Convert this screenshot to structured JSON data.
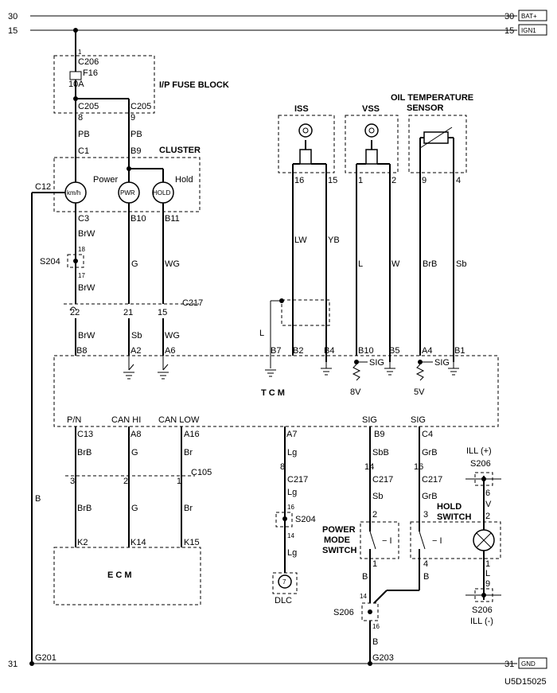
{
  "rails": {
    "bat_left": "30",
    "bat_right": "30",
    "bat_tag": "BAT+",
    "ign_left": "15",
    "ign_right": "15",
    "ign_tag": "IGN1",
    "gnd_left": "31",
    "gnd_right": "31",
    "gnd_tag": "GND"
  },
  "fuse_block": {
    "title": "I/P FUSE BLOCK",
    "pin_in": "1",
    "conn_in": "C206",
    "fuse": "F16",
    "rating": "10A",
    "conn_out_a": "C205",
    "conn_out_b": "C205",
    "pin_a": "8",
    "pin_b": "9"
  },
  "cluster": {
    "title": "CLUSTER",
    "power_label": "Power",
    "hold_label": "Hold",
    "meter_kmh": "km/h",
    "meter_pwr": "PWR",
    "meter_hold": "HOLD",
    "pin_c1": "C1",
    "pin_b9": "B9",
    "pin_c12": "C12",
    "pin_c3": "C3",
    "pin_b10": "B10",
    "pin_b11": "B11",
    "wire_pb1": "PB",
    "wire_pb2": "PB"
  },
  "sensors": {
    "iss": "ISS",
    "vss": "VSS",
    "oil_title_1": "OIL TEMPERATURE",
    "oil_title_2": "SENSOR",
    "iss_p1": "16",
    "iss_p2": "15",
    "vss_p1": "1",
    "vss_p2": "2",
    "oil_p1": "9",
    "oil_p2": "4",
    "w_lw": "LW",
    "w_yb": "YB",
    "w_l": "L",
    "w_w": "W",
    "w_brb": "BrB",
    "w_sb": "Sb"
  },
  "left_wires": {
    "brw1": "BrW",
    "splice_top": "18",
    "splice": "S204",
    "splice_bot": "17",
    "brw2": "BrW",
    "g": "G",
    "wg": "WG",
    "c217": "C217",
    "p22": "22",
    "p21": "21",
    "p15": "15",
    "brw3": "BrW",
    "sb": "Sb",
    "wg2": "WG",
    "l_shield": "L"
  },
  "tcm": {
    "title": "T C M",
    "b8": "B8",
    "a2": "A2",
    "a6": "A6",
    "b7": "B7",
    "b2": "B2",
    "b4": "B4",
    "b10": "B10",
    "b5": "B5",
    "a4": "A4",
    "b1": "B1",
    "sig1": "SIG",
    "sig2": "SIG",
    "v8": "8V",
    "v5": "5V",
    "pn": "P/N",
    "canhi": "CAN HI",
    "canlow": "CAN LOW",
    "sig3": "SIG",
    "sig4": "SIG",
    "c13": "C13",
    "a8": "A8",
    "a16": "A16",
    "a7": "A7",
    "b9": "B9",
    "c4": "C4"
  },
  "lower": {
    "brb": "BrB",
    "g": "G",
    "br": "Br",
    "c105": "C105",
    "p3": "3",
    "p2": "2",
    "p1": "1",
    "brb2": "BrB",
    "g2": "G",
    "br2": "Br",
    "k2": "K2",
    "k14": "K14",
    "k15": "K15",
    "ecm": "E C M",
    "lg1": "Lg",
    "p8": "8",
    "c217a": "C217",
    "lg2": "Lg",
    "p16": "16",
    "s204": "S204",
    "p14": "14",
    "lg3": "Lg",
    "dlc_pin": "7",
    "dlc": "DLC",
    "sbb": "SbB",
    "grb": "GrB",
    "p14b": "14",
    "p16b": "16",
    "c217b": "C217",
    "c217c": "C217",
    "sb": "Sb",
    "grb2": "GrB",
    "pm1": "POWER",
    "pm2": "MODE",
    "pm3": "SWITCH",
    "hs1": "HOLD",
    "hs2": "SWITCH",
    "pm_p2": "2",
    "pm_p1": "1",
    "hs_p3": "3",
    "hs_p4": "4",
    "b_a": "B",
    "b_b": "B",
    "s206_top": "14",
    "s206": "S206",
    "s206_bot": "16",
    "b_c": "B",
    "ill_plus": "ILL (+)",
    "s206b": "S206",
    "p6": "6",
    "v": "V",
    "p2b": "2",
    "p1b": "1",
    "l": "L",
    "p9": "9",
    "s206c": "S206",
    "ill_minus": "ILL (-)",
    "b_left": "B",
    "g201": "G201",
    "g203": "G203"
  },
  "footer": {
    "code": "U5D15025"
  }
}
